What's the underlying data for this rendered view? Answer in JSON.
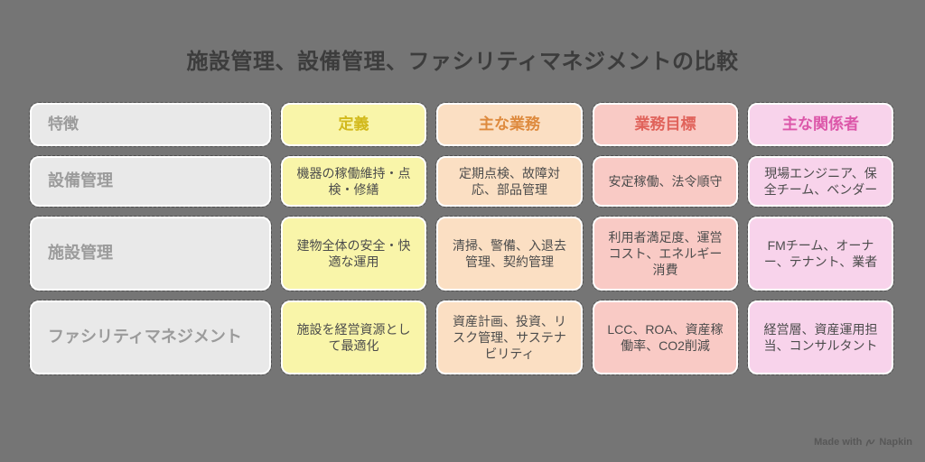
{
  "title": "施設管理、設備管理、ファシリティマネジメントの比較",
  "table": {
    "columns": [
      {
        "key": "feature",
        "label": "特徴",
        "header_text_color": "#9b9b9b",
        "cell_bg": "#e9e9e9"
      },
      {
        "key": "definition",
        "label": "定義",
        "header_text_color": "#d2b91c",
        "cell_bg": "#f9f5a9"
      },
      {
        "key": "tasks",
        "label": "主な業務",
        "header_text_color": "#de8a3e",
        "cell_bg": "#fbdfc3"
      },
      {
        "key": "goals",
        "label": "業務目標",
        "header_text_color": "#e0635b",
        "cell_bg": "#f9cac5"
      },
      {
        "key": "stakeholders",
        "label": "主な関係者",
        "header_text_color": "#dc57a9",
        "cell_bg": "#f8d3eb"
      }
    ],
    "rows": [
      {
        "feature": "設備管理",
        "definition": "機器の稼働維持・点検・修繕",
        "tasks": "定期点検、故障対応、部品管理",
        "goals": "安定稼働、法令順守",
        "stakeholders": "現場エンジニア、保全チーム、ベンダー"
      },
      {
        "feature": "施設管理",
        "definition": "建物全体の安全・快適な運用",
        "tasks": "清掃、警備、入退去管理、契約管理",
        "goals": "利用者満足度、運営コスト、エネルギー消費",
        "stakeholders": "FMチーム、オーナー、テナント、業者"
      },
      {
        "feature": "ファシリティマネジメント",
        "definition": "施設を経営資源として最適化",
        "tasks": "資産計画、投資、リスク管理、サステナビリティ",
        "goals": "LCC、ROA、資産稼働率、CO2削減",
        "stakeholders": "経営層、資産運用担当、コンサルタント"
      }
    ]
  },
  "watermark": {
    "prefix": "Made with",
    "brand": "Napkin"
  },
  "colors": {
    "page_background": "#757575",
    "title_text": "#3c3c3c",
    "body_text": "#4c4c4c",
    "cell_border": "#ffffff",
    "watermark_text": "#575757"
  }
}
